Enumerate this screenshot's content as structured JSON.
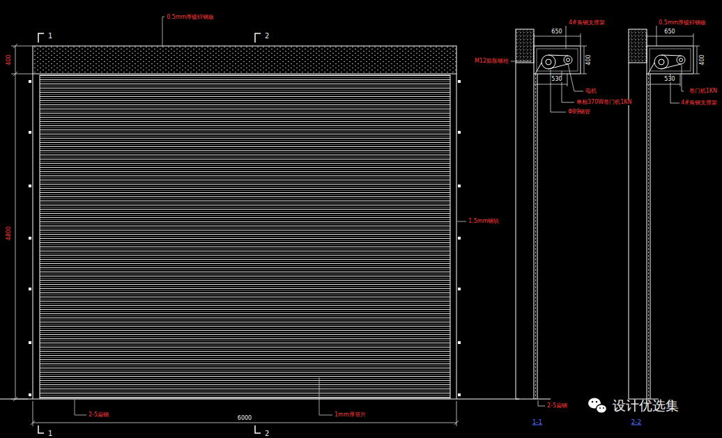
{
  "diagram": {
    "labels": [
      "0.5mm厚镀锌钢板",
      "1",
      "2",
      "1",
      "2",
      "400",
      "4800",
      "6000",
      "1.5mm钢轨",
      "2-5扁钢",
      "1mm厚帘片",
      "4#角钢支撑架",
      "650",
      "400",
      "M12膨胀螺栓",
      "530",
      "电机",
      "单相370W卷门机1KN",
      "Φ89钢管",
      "2-5扁钢",
      "1-1",
      "0.5mm厚镀锌钢板",
      "650",
      "400",
      "530",
      "卷门机1KN",
      "4#角钢支撑架",
      "2-2",
      "设计优选集"
    ]
  }
}
